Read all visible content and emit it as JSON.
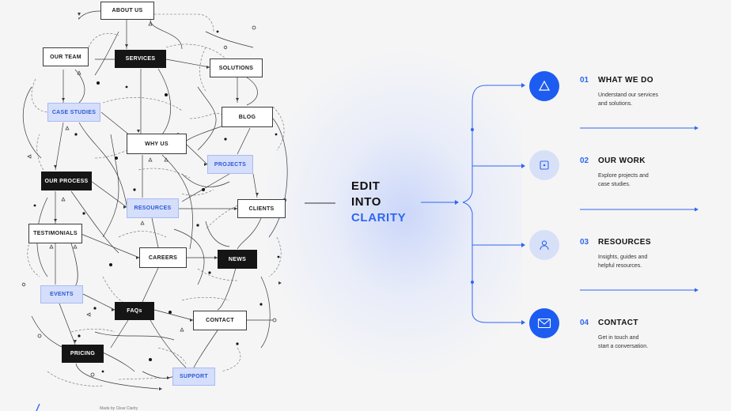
{
  "nodes": {
    "about_us": "ABOUT US",
    "our_team": "OUR TEAM",
    "services": "SERVICES",
    "solutions": "SOLUTIONS",
    "case_studies": "CASE STUDIES",
    "blog": "BLOG",
    "why_us": "WHY US",
    "projects": "PROJECTS",
    "our_process": "OUR PROCESS",
    "resources": "RESOURCES",
    "clients": "CLIENTS",
    "testimonials": "TESTIMONIALS",
    "careers": "CAREERS",
    "news": "NEWS",
    "events": "EVENTS",
    "faqs": "FAQs",
    "contact": "CONTACT",
    "pricing": "PRICING",
    "support": "SUPPORT"
  },
  "headline": {
    "line1": "EDIT",
    "line2": "INTO",
    "line3": "CLARITY"
  },
  "steps": [
    {
      "number": "01",
      "title": "WHAT WE DO",
      "desc1": "Understand our services",
      "desc2": "and solutions.",
      "icon": "triangle-icon"
    },
    {
      "number": "02",
      "title": "OUR WORK",
      "desc1": "Explore projects and",
      "desc2": "case studies.",
      "icon": "square-icon"
    },
    {
      "number": "03",
      "title": "RESOURCES",
      "desc1": "Insights, guides and",
      "desc2": "helpful resources.",
      "icon": "person-icon"
    },
    {
      "number": "04",
      "title": "CONTACT",
      "desc1": "Get in touch and",
      "desc2": "start a conversation.",
      "icon": "envelope-icon"
    }
  ],
  "footer": {
    "text": "Made by Clear Clarity"
  },
  "colors": {
    "accent": "#1d5cf0",
    "accent_soft": "#d8e0f8",
    "node_blue_fill": "#d5defa",
    "dark_node": "#151515",
    "background": "#f5f5f6"
  }
}
